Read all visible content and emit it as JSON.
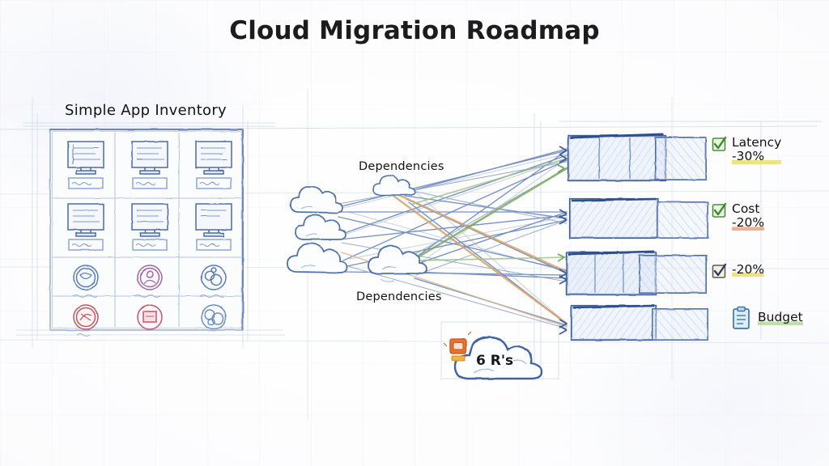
{
  "title": "Cloud Migration Roadmap",
  "inventory_panel": {
    "title": "Simple App Inventory",
    "grid": {
      "columns": 3,
      "rows": 4,
      "cells": [
        {
          "icon": "monitor-icon",
          "label": "app-label-scribble"
        },
        {
          "icon": "monitor-icon",
          "label": "app-label-scribble"
        },
        {
          "icon": "monitor-icon",
          "label": "app-label-scribble"
        },
        {
          "icon": "monitor-icon",
          "label": "app-label-scribble"
        },
        {
          "icon": "monitor-icon",
          "label": "app-label-scribble"
        },
        {
          "icon": "monitor-icon",
          "label": "app-label-scribble"
        },
        {
          "icon": "badge-circle-icon",
          "label": "badge-label-scribble"
        },
        {
          "icon": "badge-circle-icon",
          "label": "badge-label-scribble"
        },
        {
          "icon": "badge-circle-icon",
          "label": "badge-label-scribble"
        },
        {
          "icon": "badge-circle-icon-red",
          "label": "badge-label-scribble"
        },
        {
          "icon": "badge-circle-icon-red",
          "label": ""
        },
        {
          "icon": "badge-circle-icon",
          "label": ""
        }
      ]
    }
  },
  "diagram": {
    "dependencies_label_top": "Dependencies",
    "dependencies_label_bottom": "Dependencies",
    "six_rs_label": "6 R's",
    "cloud_count": 5,
    "target_rect_rows": 4,
    "target_rect_columns": 2,
    "connector_colors": [
      "#6a86b8",
      "#8fa6cc",
      "#d9a36a",
      "#7faa63",
      "#b9c4d6"
    ]
  },
  "annotations": [
    {
      "icon": "green-check-box-icon",
      "line1": "Latency",
      "line2": "-30%",
      "highlight": "#ecd850"
    },
    {
      "icon": "green-check-box-icon",
      "line1": "Cost",
      "line2": "-20%",
      "highlight": "#e28054"
    },
    {
      "icon": "check-box-icon",
      "line1": "-20%",
      "line2": "",
      "highlight": "#ecd850"
    },
    {
      "icon": "clipboard-icon",
      "line1": "Budget",
      "line2": "",
      "highlight": "#96ce6e"
    }
  ],
  "colors": {
    "ink": "#3d5a9a",
    "ink_light": "#93a9cf",
    "pencil": "#c3cede",
    "accent_green": "#6aa84f",
    "accent_orange": "#d9802f",
    "accent_red": "#c0504d",
    "text": "#111111",
    "background": "#ffffff"
  }
}
